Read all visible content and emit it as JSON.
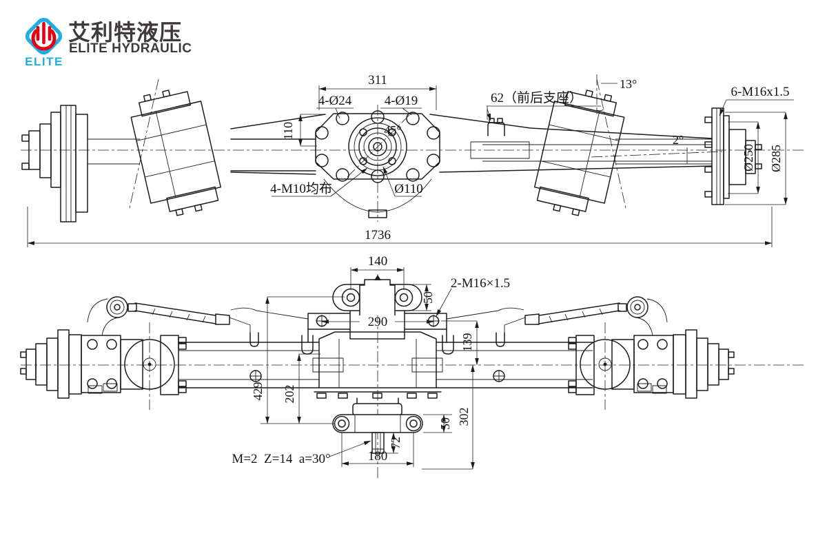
{
  "logo": {
    "badge": "ELITE",
    "brand_cn": "艾利特液压",
    "brand_en": "ELITE HYDRAULIC",
    "blue": "#1faee0",
    "red": "#e60012"
  },
  "top_view": {
    "dims": {
      "span_311": "311",
      "holes_4_o24": "4-Ø24",
      "holes_4_o19": "4-Ø19",
      "support_62": "62（前后支座）",
      "kingpin_13": "13°",
      "studs_6_m16": "6-M16x1.5",
      "camber_2": "2°",
      "height_110": "110",
      "angle_45": "45°",
      "holes_4_m10": "4-M10均布",
      "pilot_o110": "Ø110",
      "bolt_circle_o250": "Ø250",
      "flange_o285": "Ø285",
      "overall_1736": "1736"
    }
  },
  "bottom_view": {
    "dims": {
      "bracket_140": "140",
      "bracket_h_50": "50",
      "thread_2_m16": "2-M16×1.5",
      "span_290": "290",
      "offset_139": "139",
      "drop_429": "429",
      "drop_202": "202",
      "lower_bracket_h_50": "50",
      "drop_302": "302",
      "shaft_72": "72",
      "span_180": "180",
      "spline_spec": "M=2  Z=14  a=30°"
    }
  }
}
